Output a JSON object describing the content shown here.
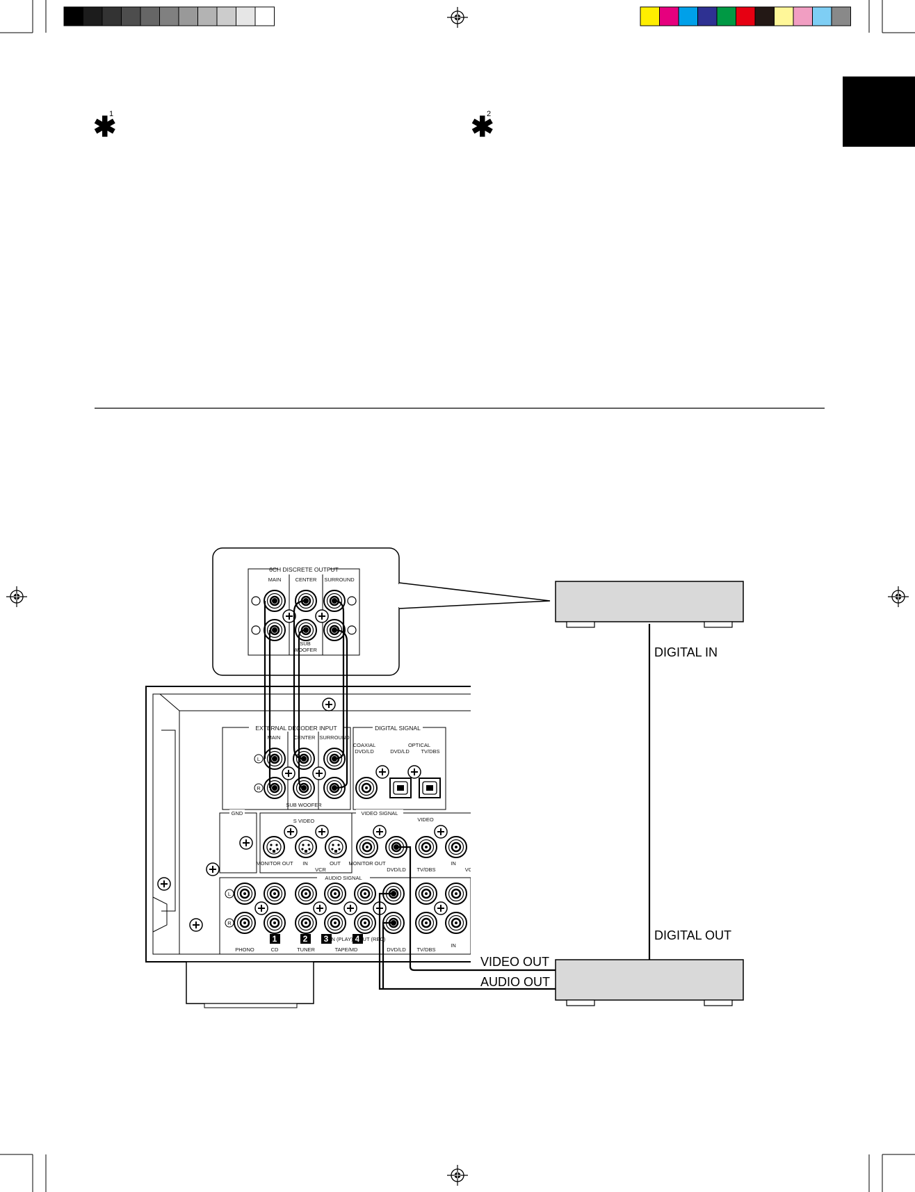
{
  "footnotes": {
    "mark1": "1",
    "mark2": "2"
  },
  "print_marks": {
    "gray_swatches": [
      "#000000",
      "#1c1c1c",
      "#333333",
      "#4d4d4d",
      "#666666",
      "#808080",
      "#999999",
      "#b3b3b3",
      "#cccccc",
      "#e6e6e6",
      "#ffffff"
    ],
    "color_swatches": [
      "#ffee00",
      "#e6007e",
      "#00a0e9",
      "#2e3192",
      "#009944",
      "#e60012",
      "#231815",
      "#fff799",
      "#f19ec2",
      "#7ecef4",
      "#898989"
    ]
  },
  "diagram": {
    "labels": {
      "digital_in": "DIGITAL IN",
      "digital_out": "DIGITAL OUT",
      "video_out": "VIDEO OUT",
      "audio_out": "AUDIO OUT"
    },
    "inset_panel": {
      "title": "6CH DISCRETE OUTPUT",
      "columns": [
        "MAIN",
        "CENTER",
        "SURROUND"
      ],
      "sub_label_1": "SUB",
      "sub_label_2": "WOOFER"
    },
    "receiver_panel": {
      "ext_decoder": {
        "title": "EXTERNAL DECODER INPUT",
        "columns": [
          "MAIN",
          "CENTER",
          "SURROUND"
        ],
        "left_mark": "L",
        "right_mark": "R",
        "sub_label": "SUB WOOFER"
      },
      "digital_signal": {
        "title": "DIGITAL SIGNAL",
        "coaxial": "COAXIAL",
        "optical": "OPTICAL",
        "jacks": [
          "DVD/LD",
          "DVD/LD",
          "TV/DBS"
        ]
      },
      "gnd": "GND",
      "s_video": {
        "title": "S VIDEO",
        "jacks": [
          "MONITOR OUT",
          "IN",
          "OUT"
        ],
        "group": "VCR"
      },
      "video_signal": {
        "title": "VIDEO SIGNAL",
        "sub": "VIDEO",
        "jacks": [
          "MONITOR OUT",
          "DVD/LD",
          "TV/DBS",
          "IN",
          "VC"
        ]
      },
      "audio_signal": {
        "title": "AUDIO SIGNAL",
        "left_mark": "L",
        "right_mark": "R",
        "bottom_labels": [
          "PHONO",
          "CD",
          "TUNER",
          "IN (PLAY)",
          "OUT (REC)",
          "DVD/LD",
          "TV/DBS",
          "IN"
        ],
        "numbers": [
          "1",
          "2",
          "3",
          "4"
        ],
        "tape_group": "TAPE/MD"
      }
    }
  }
}
